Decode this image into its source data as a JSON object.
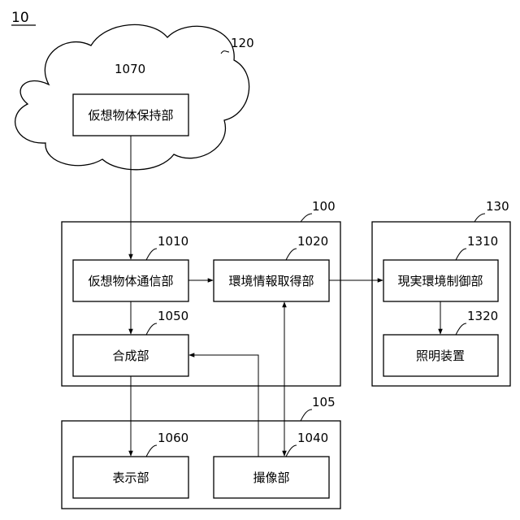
{
  "figure": {
    "ref": "10"
  },
  "cloud": {
    "ref": "120"
  },
  "groups": {
    "device_100": {
      "ref": "100"
    },
    "device_130": {
      "ref": "130"
    },
    "device_105": {
      "ref": "105"
    }
  },
  "blocks": {
    "b1070": {
      "ref": "1070",
      "label": "仮想物体保持部"
    },
    "b1010": {
      "ref": "1010",
      "label": "仮想物体通信部"
    },
    "b1020": {
      "ref": "1020",
      "label": "環境情報取得部"
    },
    "b1050": {
      "ref": "1050",
      "label": "合成部"
    },
    "b1310": {
      "ref": "1310",
      "label": "現実環境制御部"
    },
    "b1320": {
      "ref": "1320",
      "label": "照明装置"
    },
    "b1060": {
      "ref": "1060",
      "label": "表示部"
    },
    "b1040": {
      "ref": "1040",
      "label": "撮像部"
    }
  }
}
